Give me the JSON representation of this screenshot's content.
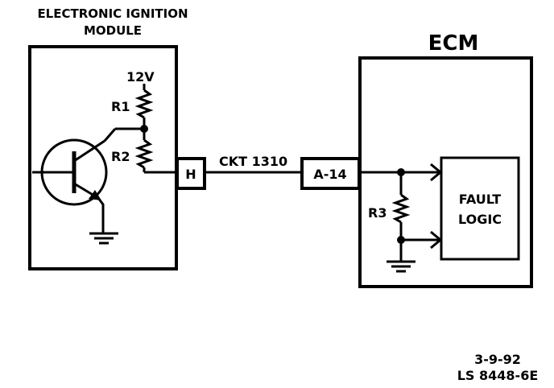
{
  "title": {
    "line1": "ELECTRONIC IGNITION",
    "line2": "MODULE"
  },
  "ecm": {
    "label": "ECM"
  },
  "components": {
    "voltage": "12V",
    "r1": "R1",
    "r2": "R2",
    "r3": "R3"
  },
  "connectors": {
    "module_pin": "H",
    "circuit": "CKT 1310",
    "ecm_pin": "A-14"
  },
  "fault_logic": {
    "line1": "FAULT",
    "line2": "LOGIC"
  },
  "footer": {
    "date": "3-9-92",
    "code": "LS 8448-6E"
  }
}
